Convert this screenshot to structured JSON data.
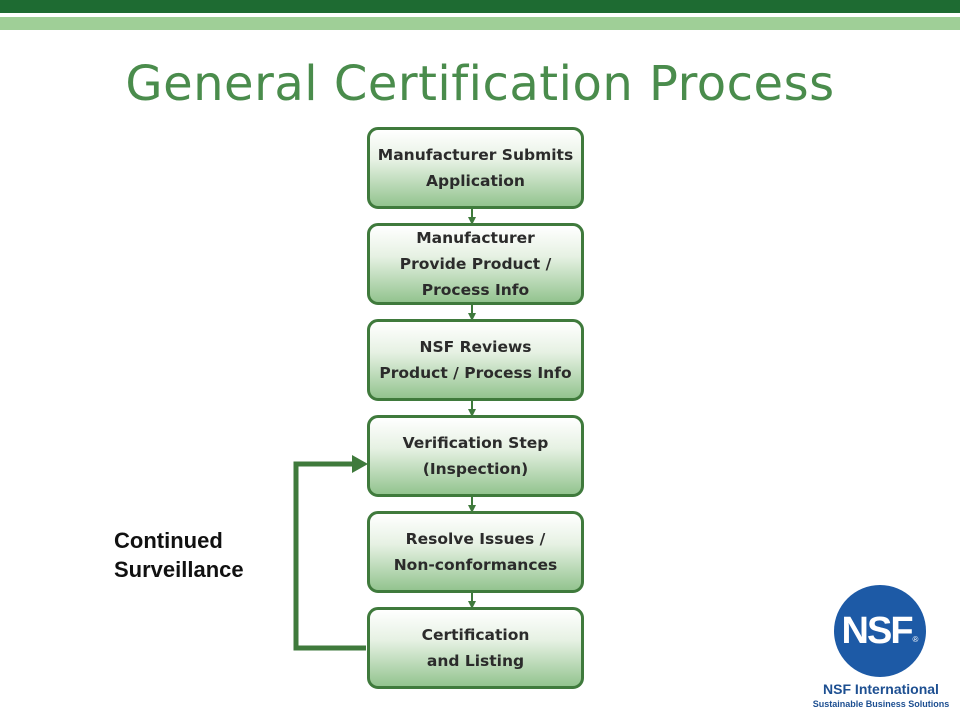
{
  "slide": {
    "title": "General Certification Process",
    "colors": {
      "title": "#4a8c4c",
      "bar_dark": "#1e6b32",
      "bar_light": "#9fcf97",
      "box_border": "#3f7a3c",
      "arrow": "#3f7a3c",
      "logo_blue": "#1d5aa6"
    }
  },
  "flow": {
    "steps": [
      {
        "label": "Manufacturer Submits\nApplication"
      },
      {
        "label": "Manufacturer\nProvide Product /\nProcess Info"
      },
      {
        "label": "NSF Reviews\nProduct / Process Info"
      },
      {
        "label": "Verification Step\n(Inspection)"
      },
      {
        "label": "Resolve Issues /\nNon-conformances"
      },
      {
        "label": "Certification\nand Listing"
      }
    ],
    "loop_label": "Continued\nSurveillance"
  },
  "logo": {
    "mark": "NSF",
    "registered": "®",
    "name": "NSF International",
    "tagline": "Sustainable Business Solutions"
  }
}
